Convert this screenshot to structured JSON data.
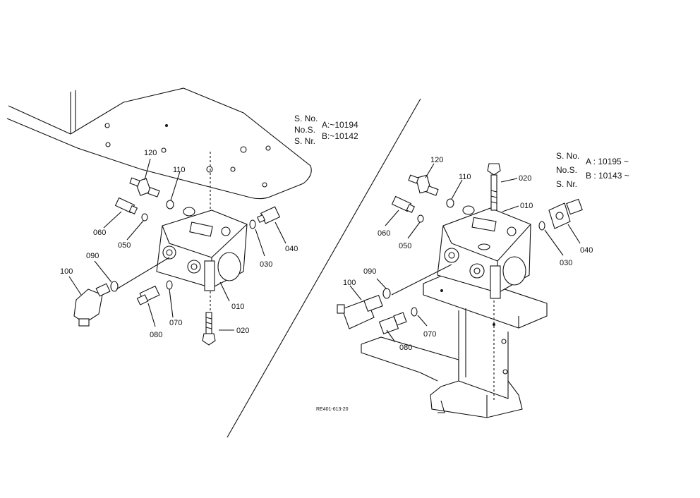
{
  "left": {
    "serial": {
      "line1": "S. No.",
      "line2": "No.S.",
      "line3": "S. Nr.",
      "range_a": "A:~10194",
      "range_b": "B:~10142"
    },
    "parts": [
      "120",
      "110",
      "060",
      "050",
      "090",
      "100",
      "080",
      "070",
      "010",
      "020",
      "030",
      "040"
    ]
  },
  "right": {
    "serial": {
      "line1": "S. No.",
      "line2": "No.S.",
      "line3": "S. Nr.",
      "range_a": "A : 10195 ~",
      "range_b": "B : 10143 ~"
    },
    "parts": [
      "120",
      "110",
      "020",
      "010",
      "060",
      "050",
      "040",
      "030",
      "090",
      "100",
      "070",
      "080"
    ]
  },
  "drawing_ref": "RE401-613-20"
}
